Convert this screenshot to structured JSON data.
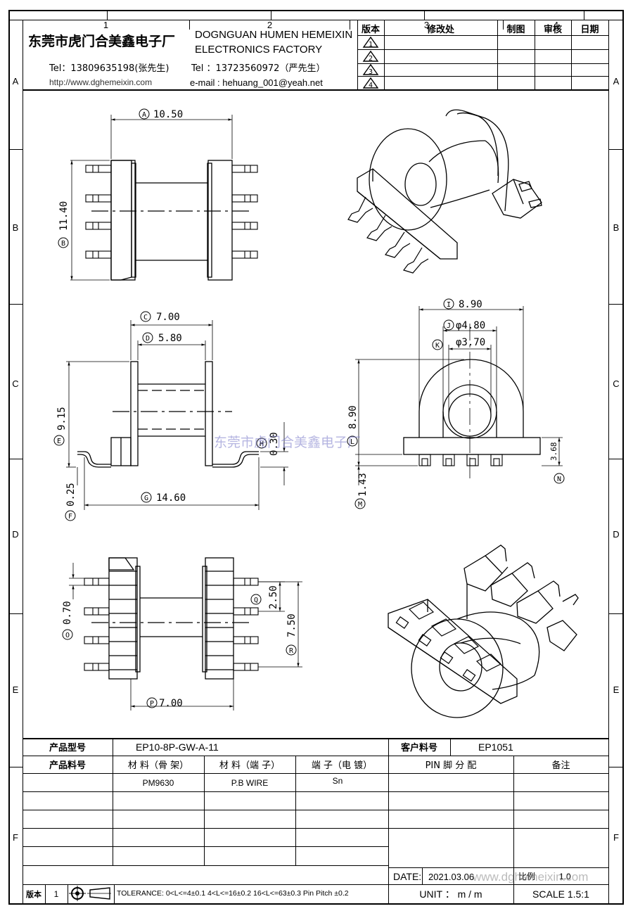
{
  "grid": {
    "columns": [
      "1",
      "2",
      "3",
      "4"
    ],
    "rows_left": [
      "A",
      "B",
      "C",
      "D",
      "E",
      "F"
    ],
    "rows_right": [
      "A",
      "B",
      "C",
      "D",
      "E",
      "F"
    ]
  },
  "header": {
    "company_cn": "东莞市虎门合美鑫电子厂",
    "company_en_line1": "DOGNGUAN HUMEN HEMEIXIN",
    "company_en_line2": "ELECTRONICS FACTORY",
    "tel1": "Tel：13809635198(张先生)",
    "url": "http://www.dghemeixin.com",
    "tel2": "Tel ：13723560972（严先生）",
    "email": "e-mail : hehuang_001@yeah.net"
  },
  "revision_table": {
    "headers": [
      "版本",
      "修改处",
      "制图",
      "审核",
      "日期"
    ],
    "revisions": [
      "1",
      "2",
      "3",
      "4"
    ]
  },
  "dimensions": {
    "A": "10.50",
    "B": "11.40",
    "C": "7.00",
    "D": "5.80",
    "E": "9.15",
    "F": "0.25",
    "G": "14.60",
    "H": "0.30",
    "I": "8.90",
    "J": "φ4.80",
    "K": "φ3.70",
    "L": "8.90",
    "M": "1.43",
    "N": "3.68",
    "O": "0.70",
    "P": "7.00",
    "Q": "2.50",
    "R": "7.50"
  },
  "labels": {
    "A": "A",
    "B": "B",
    "C": "C",
    "D": "D",
    "E": "E",
    "F": "F",
    "G": "G",
    "H": "H",
    "I": "I",
    "J": "J",
    "K": "K",
    "L": "L",
    "M": "M",
    "N": "N",
    "O": "O",
    "P": "P",
    "Q": "Q",
    "R": "R"
  },
  "watermark": "东莞市虎门合美鑫电子厂",
  "watermark2": "www.dghemeixin.com",
  "product_table": {
    "model_label": "产品型号",
    "model_value": "EP10-8P-GW-A-11",
    "customer_label": "客户料号",
    "customer_value": "EP1051",
    "part_label": "产品料号",
    "mat_bobbin_label": "材 料（骨 架）",
    "mat_pin_label": "材 料（端 子）",
    "plating_label": "端 子（电 镀）",
    "pin_assign_label": "PIN 脚 分 配",
    "remark_label": "备注",
    "mat_bobbin_value": "PM9630",
    "mat_pin_value": "P.B WIRE",
    "plating_value": "Sn"
  },
  "footer": {
    "date_label": "DATE:",
    "date_value": "2021.03.06",
    "scale_small_label": "比例",
    "scale_small_value": "1.0",
    "version_label": "版本",
    "version_value": "1",
    "tolerance": "TOLERANCE:  0<L<=4±0.1  4<L<=16±0.2  16<L<=63±0.3  Pin Pitch  ±0.2",
    "unit": "UNIT ： m / m",
    "scale": "SCALE  1.5:1"
  }
}
